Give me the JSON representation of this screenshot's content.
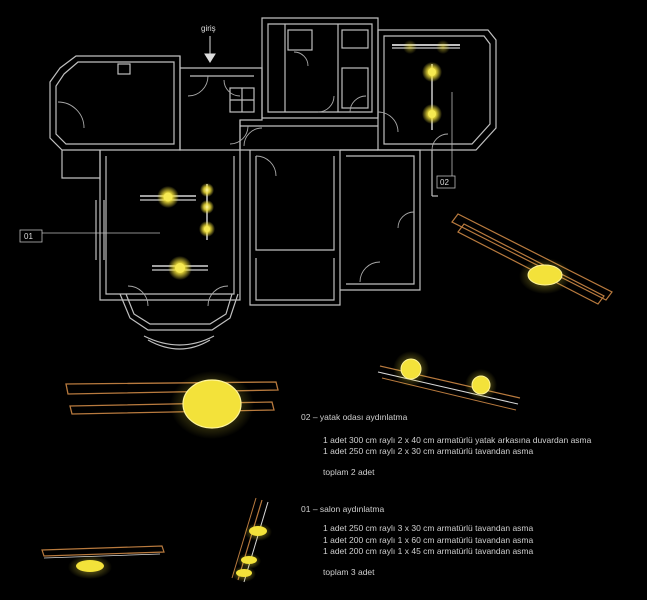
{
  "plan_labels": {
    "entrance": "giriş",
    "room_01": "01",
    "room_02": "02"
  },
  "legend": {
    "bedroom": {
      "title": "02 – yatak odası aydınlatma",
      "lines": [
        "1 adet 300 cm raylı 2 x 40 cm armatürlü yatak arkasına duvardan asma",
        "1 adet 250 cm raylı 2 x 30 cm armatürlü tavandan asma"
      ],
      "total": "toplam 2 adet"
    },
    "living": {
      "title": "01 – salon aydınlatma",
      "lines": [
        "1 adet 250 cm raylı 3 x 30 cm armatürlü tavandan asma",
        "1 adet 200 cm raylı 1 x 60 cm armatürlü tavandan asma",
        "1 adet 200 cm raylı 1 x 45 cm armatürlü tavandan asma"
      ],
      "total": "toplam 3 adet"
    }
  },
  "colors": {
    "background": "#000000",
    "walls": "#bfbfbf",
    "glow": "#f3e23a",
    "rail": "#b87a3e"
  }
}
